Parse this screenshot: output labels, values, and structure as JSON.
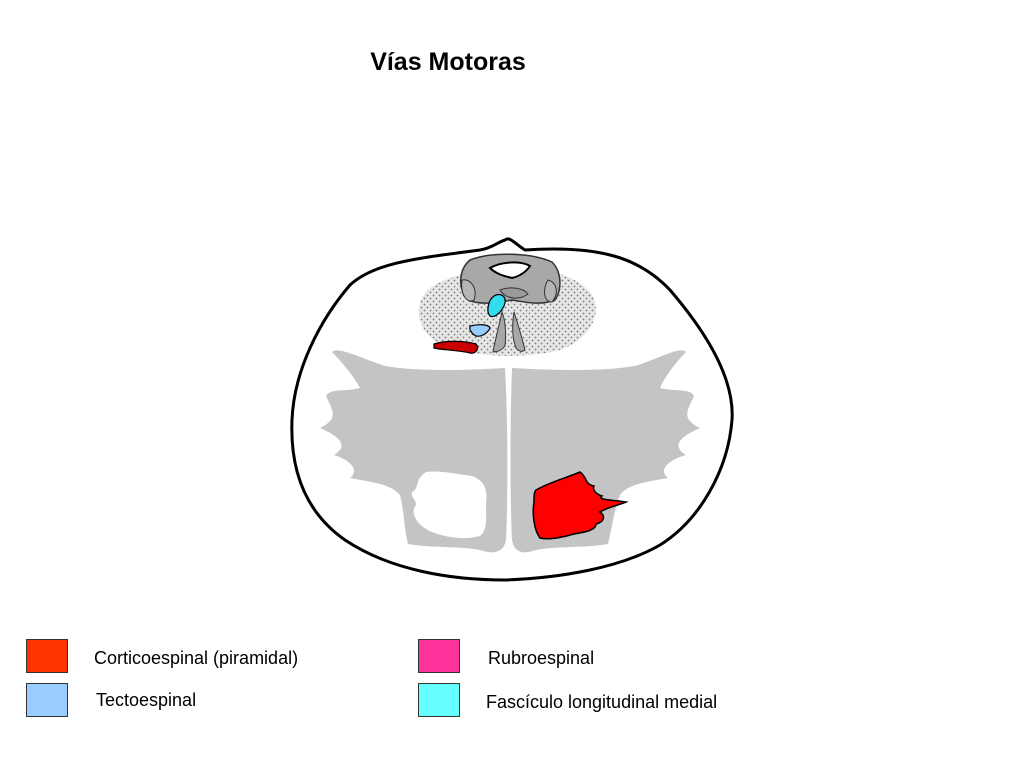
{
  "title": "Vías Motoras",
  "colors": {
    "outline": "#000000",
    "section_fill": "#f2f2f2",
    "gray_matter": "#c4c4c4",
    "central_gray": "#a8a8a8",
    "reticular_stipple": "#d8d8d8",
    "corticoespinal": "#ff0000",
    "rubroespinal_tract": "#cc0000",
    "tectoespinal": "#99ccff",
    "flm": "#33ddee"
  },
  "legend": [
    {
      "label": "Corticoespinal (piramidal)",
      "color": "#ff3300"
    },
    {
      "label": "Rubroespinal",
      "color": "#ff3399"
    },
    {
      "label": "Tectoespinal",
      "color": "#99ccff"
    },
    {
      "label": "Fascículo longitudinal medial",
      "color": "#66ffff"
    }
  ]
}
